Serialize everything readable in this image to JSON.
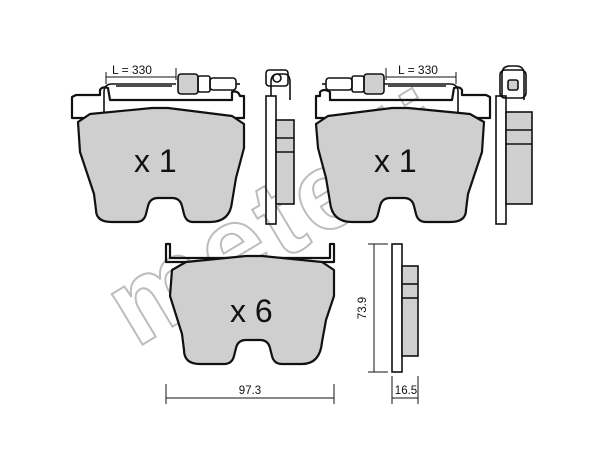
{
  "watermark": {
    "text": "metelli"
  },
  "pads": [
    {
      "quantity": "x 1",
      "wire_length": "L = 330"
    },
    {
      "quantity": "x 1",
      "wire_length": "L = 330"
    },
    {
      "quantity": "x 6"
    }
  ],
  "dimensions": {
    "width": "97.3",
    "height": "73.9",
    "thickness": "16.5"
  }
}
